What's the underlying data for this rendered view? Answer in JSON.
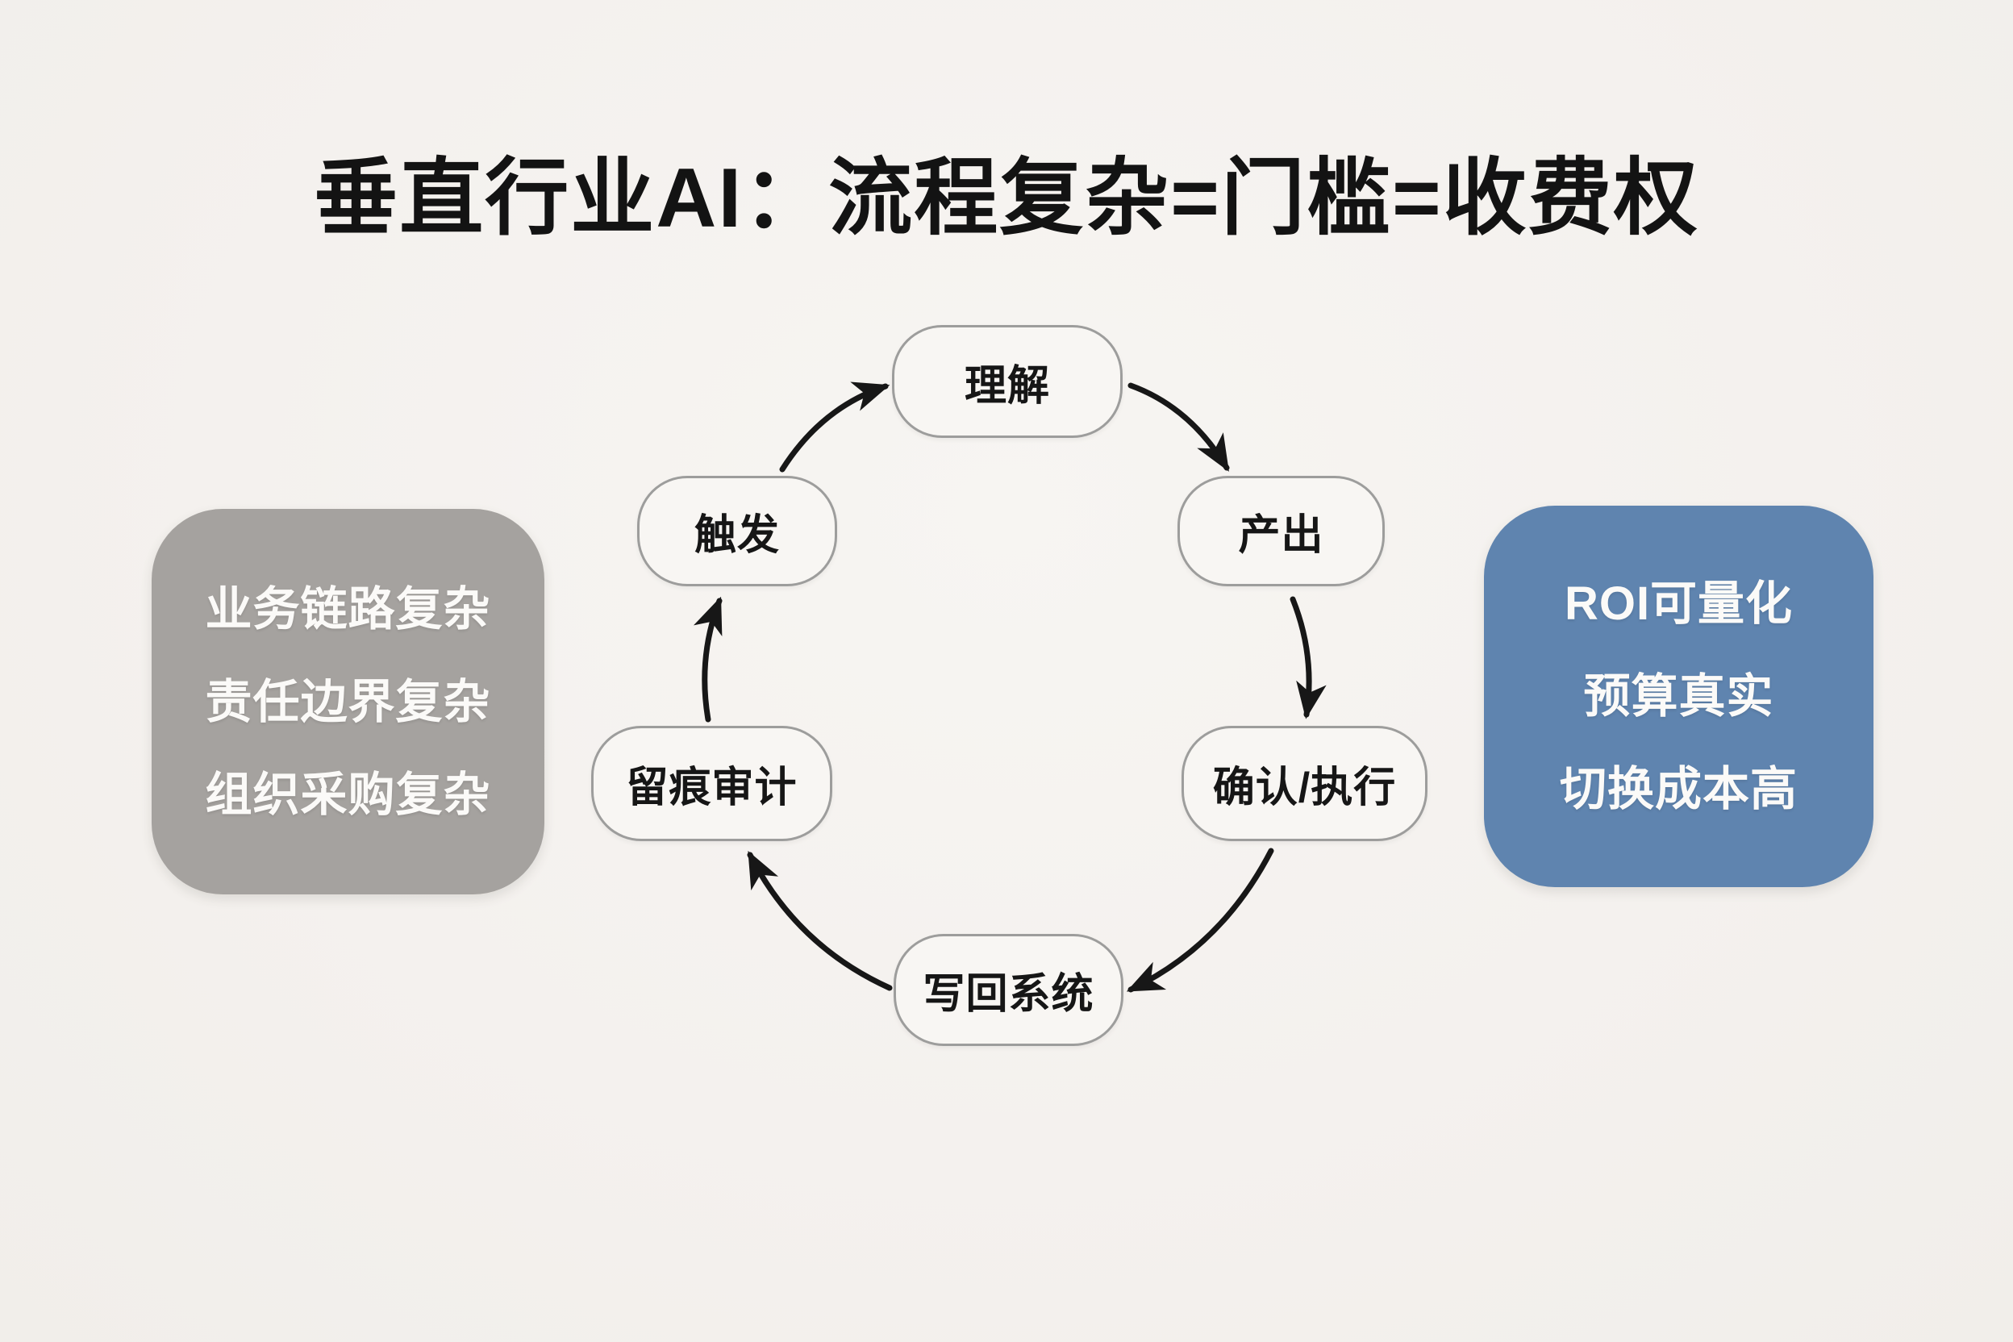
{
  "title": "垂直行业AI：流程复杂=门槛=收费权",
  "left_panel": {
    "lines": [
      "业务链路复杂",
      "责任边界复杂",
      "组织采购复杂"
    ]
  },
  "right_panel": {
    "lines": [
      "ROI可量化",
      "预算真实",
      "切换成本高"
    ]
  },
  "cycle": {
    "nodes": [
      {
        "id": "understand",
        "label": "理解"
      },
      {
        "id": "output",
        "label": "产出"
      },
      {
        "id": "confirm-execute",
        "label": "确认/执行"
      },
      {
        "id": "writeback",
        "label": "写回系统"
      },
      {
        "id": "audit-trail",
        "label": "留痕审计"
      },
      {
        "id": "trigger",
        "label": "触发"
      }
    ],
    "flow_order": [
      "触发",
      "理解",
      "产出",
      "确认/执行",
      "写回系统",
      "留痕审计",
      "触发"
    ]
  },
  "colors": {
    "background": "#f4f1ee",
    "left_panel_bg": "#a5a29f",
    "right_panel_bg": "#5f84af",
    "panel_text": "#fbfaf8",
    "node_fill": "#f8f6f3",
    "node_border": "#9d9d9c",
    "node_text": "#161616",
    "arrow": "#171717",
    "title_text": "#131313"
  }
}
